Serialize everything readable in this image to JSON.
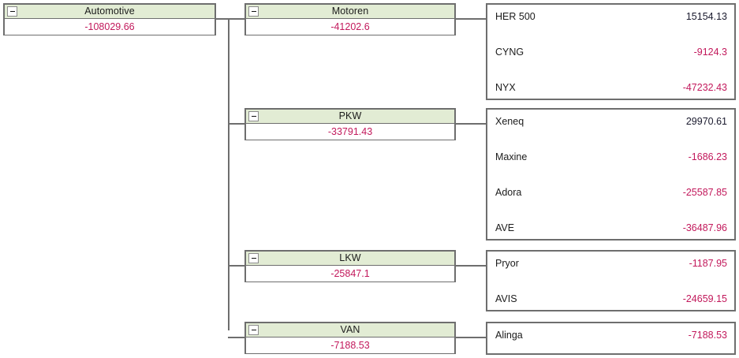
{
  "colors": {
    "header_bg": "#e2ecd4",
    "border": "#6e6e6e",
    "negative": "#c2185b",
    "positive": "#1a1a2e",
    "page_bg": "#ffffff"
  },
  "toggle_label": "-",
  "root": {
    "title": "Automotive",
    "value": "-108029.66",
    "value_sign": "negative"
  },
  "groups": [
    {
      "title": "Motoren",
      "value": "-41202.6",
      "value_sign": "negative",
      "leaves": [
        {
          "label": "HER 500",
          "value": "15154.13",
          "value_sign": "positive"
        },
        {
          "label": "CYNG",
          "value": "-9124.3",
          "value_sign": "negative"
        },
        {
          "label": "NYX",
          "value": "-47232.43",
          "value_sign": "negative"
        }
      ]
    },
    {
      "title": "PKW",
      "value": "-33791.43",
      "value_sign": "negative",
      "leaves": [
        {
          "label": "Xeneq",
          "value": "29970.61",
          "value_sign": "positive"
        },
        {
          "label": "Maxine",
          "value": "-1686.23",
          "value_sign": "negative"
        },
        {
          "label": "Adora",
          "value": "-25587.85",
          "value_sign": "negative"
        },
        {
          "label": "AVE",
          "value": "-36487.96",
          "value_sign": "negative"
        }
      ]
    },
    {
      "title": "LKW",
      "value": "-25847.1",
      "value_sign": "negative",
      "leaves": [
        {
          "label": "Pryor",
          "value": "-1187.95",
          "value_sign": "negative"
        },
        {
          "label": "AVIS",
          "value": "-24659.15",
          "value_sign": "negative"
        }
      ]
    },
    {
      "title": "VAN",
      "value": "-7188.53",
      "value_sign": "negative",
      "leaves": [
        {
          "label": "Alinga",
          "value": "-7188.53",
          "value_sign": "negative"
        }
      ]
    }
  ]
}
